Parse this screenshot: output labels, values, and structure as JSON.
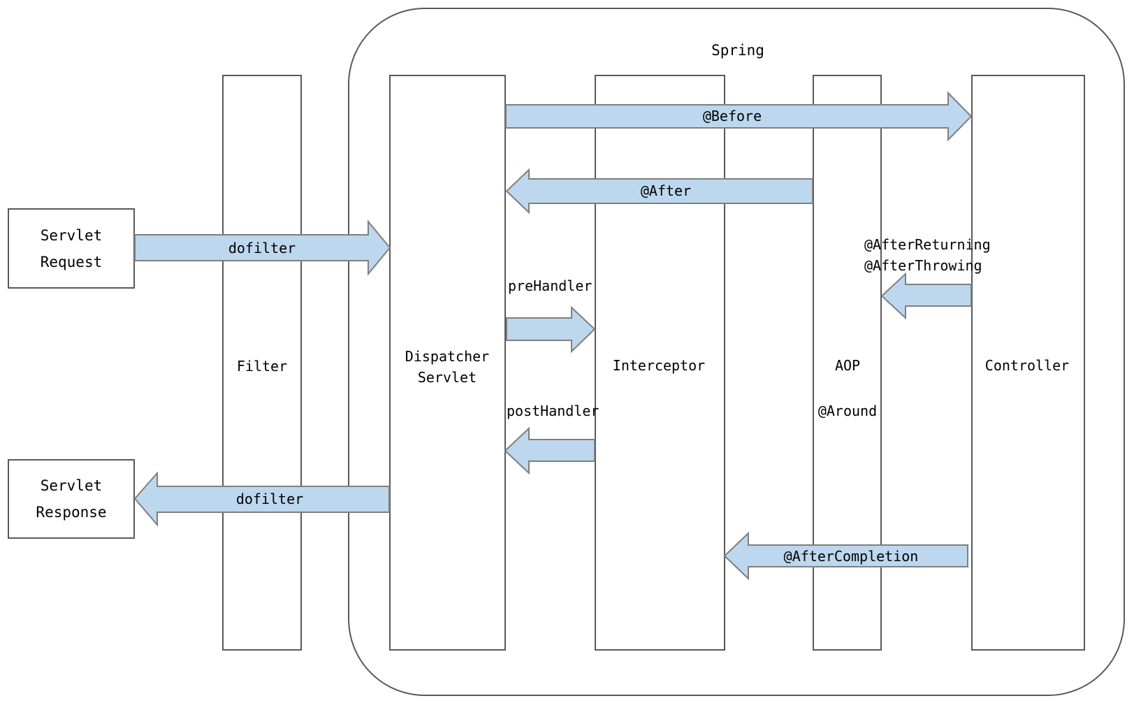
{
  "diagram": {
    "title": "Spring",
    "external_boxes": {
      "request": {
        "lines": [
          "Servlet",
          "Request"
        ]
      },
      "response": {
        "lines": [
          "Servlet",
          "Response"
        ]
      }
    },
    "lifelines": {
      "filter": {
        "label": "Filter"
      },
      "dispatcher": {
        "lines": [
          "Dispatcher",
          "Servlet"
        ]
      },
      "interceptor": {
        "label": "Interceptor"
      },
      "aop": {
        "label": "AOP",
        "annotation": "@Around"
      },
      "controller": {
        "label": "Controller"
      }
    },
    "arrows": {
      "dofilter_request": {
        "label": "dofilter",
        "direction": "right",
        "from": "Servlet Request",
        "to": "Dispatcher Servlet"
      },
      "before": {
        "label": "@Before",
        "direction": "right",
        "from": "Dispatcher Servlet",
        "to": "Controller"
      },
      "after": {
        "label": "@After",
        "direction": "left",
        "from": "AOP",
        "to": "Dispatcher Servlet"
      },
      "prehandler": {
        "label": "preHandler",
        "direction": "right",
        "from": "Dispatcher Servlet",
        "to": "Interceptor"
      },
      "posthandler": {
        "label": "postHandler",
        "direction": "left",
        "from": "Interceptor",
        "to": "Dispatcher Servlet"
      },
      "afterreturning": {
        "labels": [
          "@AfterReturning",
          "@AfterThrowing"
        ],
        "direction": "left",
        "from": "Controller",
        "to": "AOP"
      },
      "aftercompletion": {
        "label": "@AfterCompletion",
        "direction": "left",
        "from": "Controller",
        "to": "Interceptor"
      },
      "dofilter_response": {
        "label": "dofilter",
        "direction": "left",
        "from": "Dispatcher Servlet",
        "to": "Servlet Response"
      }
    },
    "colors": {
      "arrow_fill": "#BDD7EE",
      "arrow_stroke": "#7F7F7F",
      "line": "#595959",
      "text": "#000000",
      "background": "#FFFFFF"
    }
  }
}
